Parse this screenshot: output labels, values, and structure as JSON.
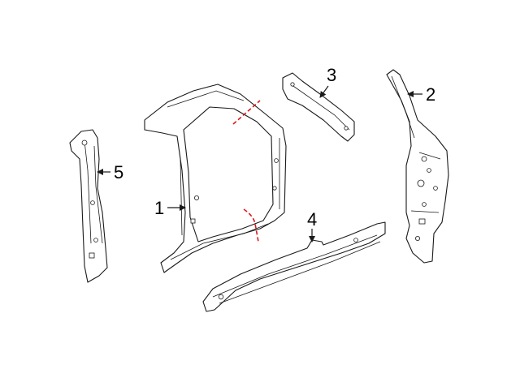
{
  "callouts": [
    {
      "id": "1",
      "label": "1"
    },
    {
      "id": "2",
      "label": "2"
    },
    {
      "id": "3",
      "label": "3"
    },
    {
      "id": "4",
      "label": "4"
    },
    {
      "id": "5",
      "label": "5"
    }
  ],
  "colors": {
    "line": "#1a1a1a",
    "cut_line": "#e0161b",
    "background": "#ffffff"
  }
}
